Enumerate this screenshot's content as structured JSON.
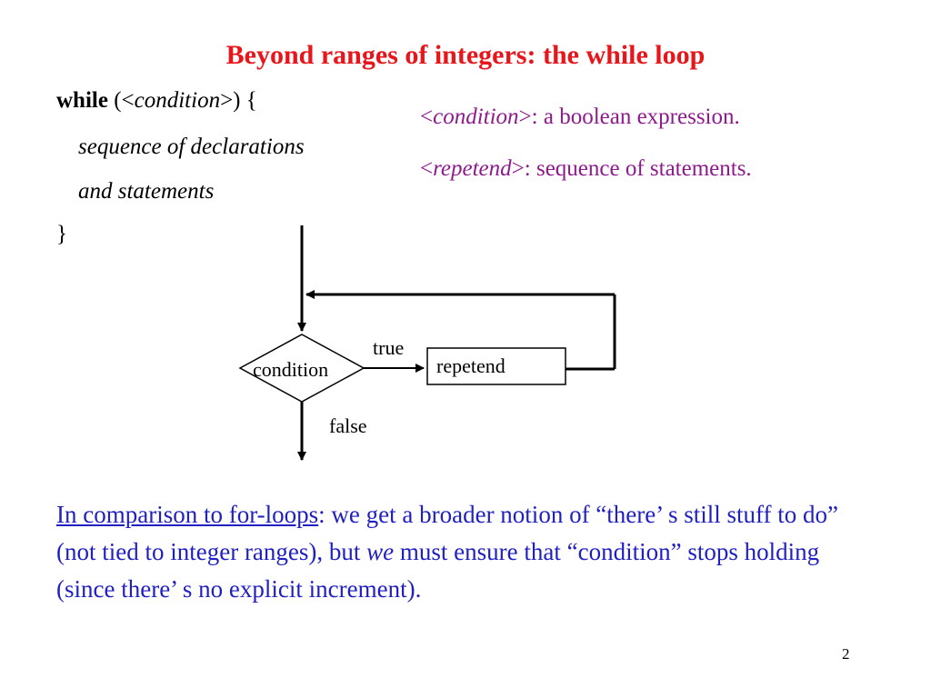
{
  "slide": {
    "title": "Beyond ranges of integers: the while loop",
    "page_number": "2"
  },
  "code": {
    "keyword": "while",
    "open_paren": " (<",
    "condition_word": "condition",
    "close_paren": ">) {",
    "body_line1": "sequence of declarations",
    "body_line2": "and statements",
    "closing_brace": "}"
  },
  "definitions": {
    "condition_term": "condition",
    "condition_desc": ": a boolean expression.",
    "repetend_term": "repetend",
    "repetend_desc": ": sequence of statements."
  },
  "diagram": {
    "decision_label": "condition",
    "true_label": "true",
    "false_label": "false",
    "process_label": "repetend"
  },
  "comparison": {
    "link_text": "In comparison to for-loops",
    "part1": ": we get a broader notion of “there’ s still stuff to do” (not tied to integer ranges), but ",
    "emphasis": "we",
    "part2": " must ensure that “condition” stops holding (since there’ s no explicit increment)."
  },
  "colors": {
    "title": "#e8151b",
    "definitions": "#8e1a8e",
    "comparison": "#1f1fc2"
  }
}
